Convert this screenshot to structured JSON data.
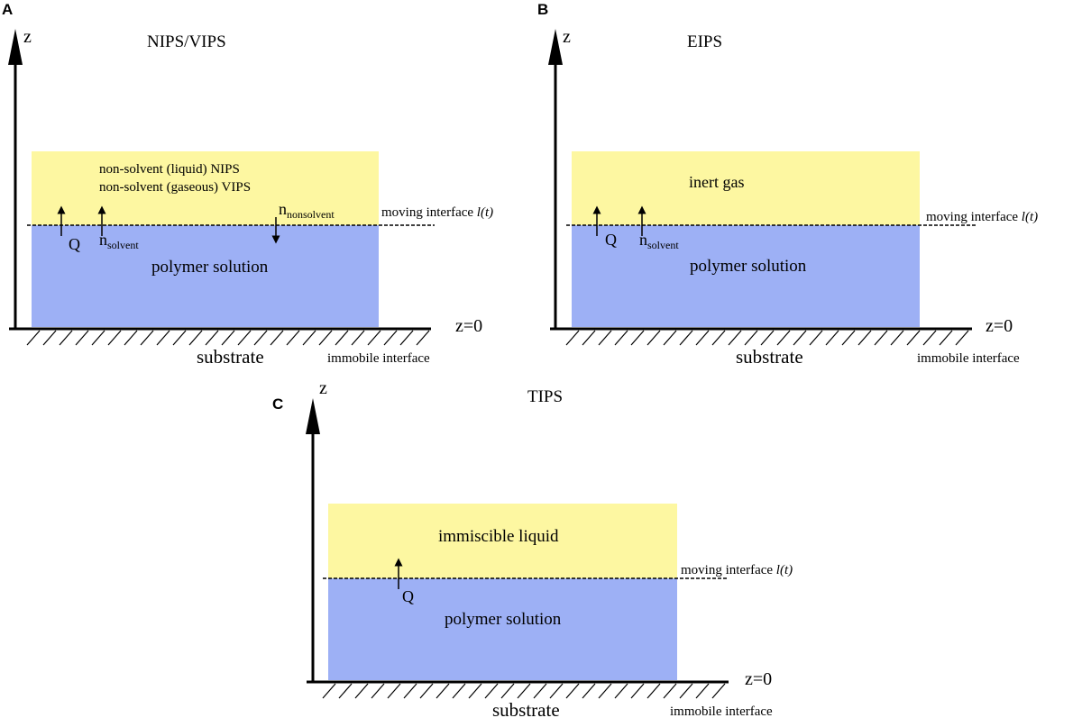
{
  "colors": {
    "top_layer": "#fdf7a1",
    "polymer_layer": "#9db0f5",
    "ink": "#000000"
  },
  "panels": {
    "A": {
      "letter": "A",
      "title": "NIPS/VIPS",
      "z_label": "z",
      "top_line1": "non-solvent (liquid) NIPS",
      "top_line2": "non-solvent (gaseous) VIPS",
      "q_label": "Q",
      "n_solvent_base": "n",
      "n_solvent_sub": "solvent",
      "n_nonsolvent_base": "n",
      "n_nonsolvent_sub": "nonsolvent",
      "moving_prefix": "moving interface ",
      "moving_italic": "l(t)",
      "bottom_label": "polymer solution",
      "z0": "z=0",
      "substrate": "substrate",
      "immobile": "immobile interface"
    },
    "B": {
      "letter": "B",
      "title": "EIPS",
      "z_label": "z",
      "top_line1": "inert gas",
      "q_label": "Q",
      "n_solvent_base": "n",
      "n_solvent_sub": "solvent",
      "moving_prefix": "moving interface ",
      "moving_italic": "l(t)",
      "bottom_label": "polymer solution",
      "z0": "z=0",
      "substrate": "substrate",
      "immobile": "immobile interface"
    },
    "C": {
      "letter": "C",
      "title": "TIPS",
      "z_label": "z",
      "top_line1": "immiscible liquid",
      "q_label": "Q",
      "moving_prefix": "moving interface ",
      "moving_italic": "l(t)",
      "bottom_label": "polymer solution",
      "z0": "z=0",
      "substrate": "substrate",
      "immobile": "immobile interface"
    }
  }
}
